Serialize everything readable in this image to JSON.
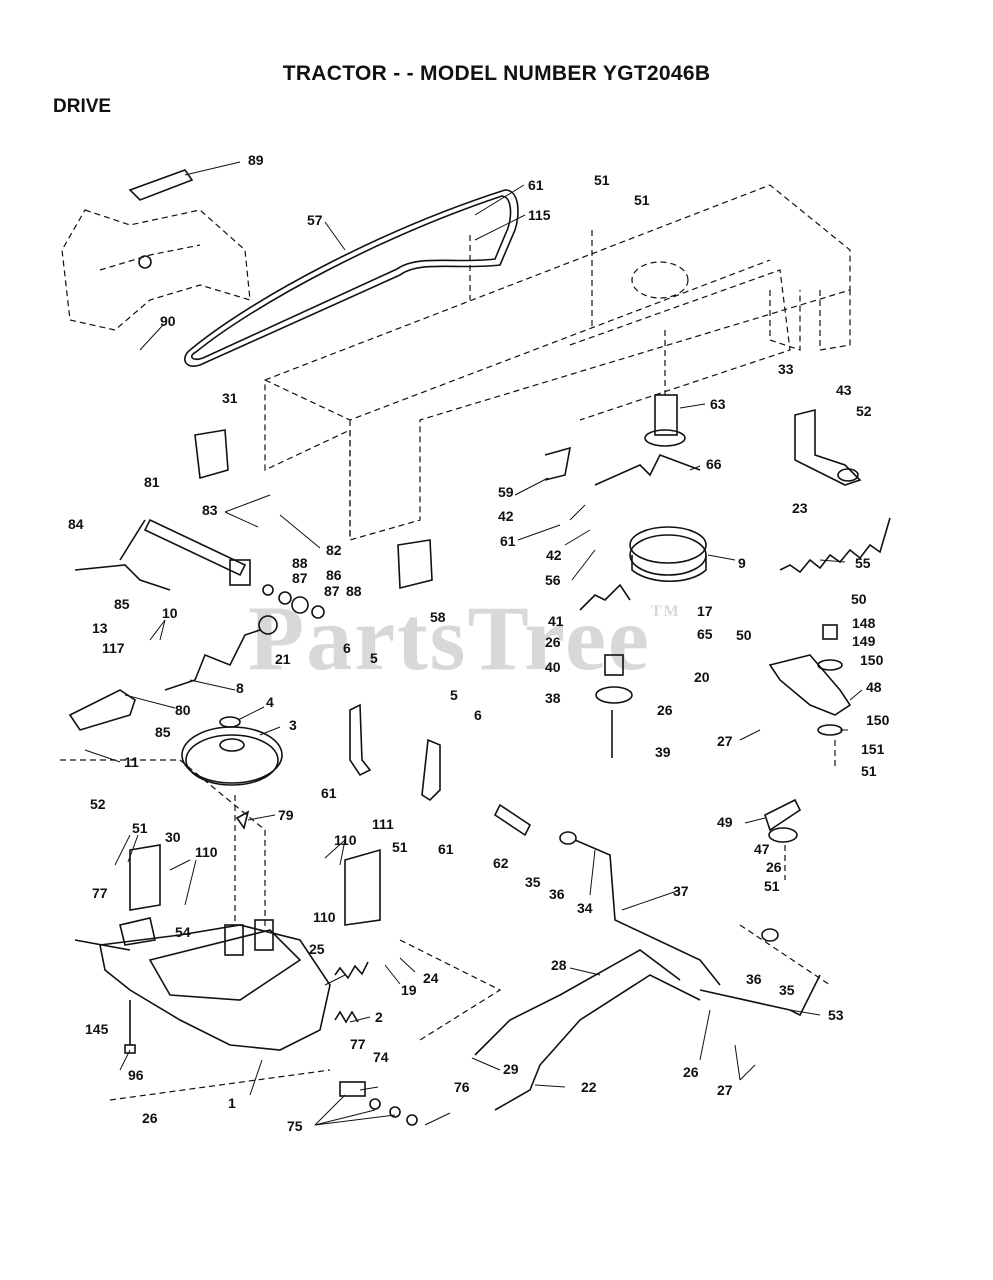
{
  "header": {
    "title": "TRACTOR - - MODEL NUMBER YGT2046B",
    "section": "DRIVE"
  },
  "watermark": {
    "text": "PartsTree",
    "mark": "TM"
  },
  "parts": [
    {
      "id": "89",
      "text": "89"
    },
    {
      "id": "61a",
      "text": "61"
    },
    {
      "id": "51a",
      "text": "51"
    },
    {
      "id": "51b",
      "text": "51"
    },
    {
      "id": "57",
      "text": "57"
    },
    {
      "id": "115",
      "text": "115"
    },
    {
      "id": "90",
      "text": "90"
    },
    {
      "id": "31",
      "text": "31"
    },
    {
      "id": "63",
      "text": "63"
    },
    {
      "id": "33",
      "text": "33"
    },
    {
      "id": "43",
      "text": "43"
    },
    {
      "id": "52a",
      "text": "52"
    },
    {
      "id": "66",
      "text": "66"
    },
    {
      "id": "59",
      "text": "59"
    },
    {
      "id": "23",
      "text": "23"
    },
    {
      "id": "81",
      "text": "81"
    },
    {
      "id": "83",
      "text": "83"
    },
    {
      "id": "42a",
      "text": "42"
    },
    {
      "id": "61b",
      "text": "61"
    },
    {
      "id": "42b",
      "text": "42"
    },
    {
      "id": "9",
      "text": "9"
    },
    {
      "id": "84",
      "text": "84"
    },
    {
      "id": "82",
      "text": "82"
    },
    {
      "id": "88a",
      "text": "88"
    },
    {
      "id": "87a",
      "text": "87"
    },
    {
      "id": "86",
      "text": "86"
    },
    {
      "id": "87b",
      "text": "87"
    },
    {
      "id": "88b",
      "text": "88"
    },
    {
      "id": "56",
      "text": "56"
    },
    {
      "id": "55",
      "text": "55"
    },
    {
      "id": "85a",
      "text": "85"
    },
    {
      "id": "58",
      "text": "58"
    },
    {
      "id": "10",
      "text": "10"
    },
    {
      "id": "41",
      "text": "41"
    },
    {
      "id": "17",
      "text": "17"
    },
    {
      "id": "50a",
      "text": "50"
    },
    {
      "id": "13",
      "text": "13"
    },
    {
      "id": "26a",
      "text": "26"
    },
    {
      "id": "65",
      "text": "65"
    },
    {
      "id": "50b",
      "text": "50"
    },
    {
      "id": "148",
      "text": "148"
    },
    {
      "id": "117",
      "text": "117"
    },
    {
      "id": "21",
      "text": "21"
    },
    {
      "id": "6a",
      "text": "6"
    },
    {
      "id": "5a",
      "text": "5"
    },
    {
      "id": "40",
      "text": "40"
    },
    {
      "id": "149",
      "text": "149"
    },
    {
      "id": "150a",
      "text": "150"
    },
    {
      "id": "8",
      "text": "8"
    },
    {
      "id": "20",
      "text": "20"
    },
    {
      "id": "48",
      "text": "48"
    },
    {
      "id": "4",
      "text": "4"
    },
    {
      "id": "80",
      "text": "80"
    },
    {
      "id": "5b",
      "text": "5"
    },
    {
      "id": "38",
      "text": "38"
    },
    {
      "id": "26b",
      "text": "26"
    },
    {
      "id": "6b",
      "text": "6"
    },
    {
      "id": "3",
      "text": "3"
    },
    {
      "id": "85b",
      "text": "85"
    },
    {
      "id": "150b",
      "text": "150"
    },
    {
      "id": "27a",
      "text": "27"
    },
    {
      "id": "151",
      "text": "151"
    },
    {
      "id": "11",
      "text": "11"
    },
    {
      "id": "39",
      "text": "39"
    },
    {
      "id": "61c",
      "text": "61"
    },
    {
      "id": "51c",
      "text": "51"
    },
    {
      "id": "52b",
      "text": "52"
    },
    {
      "id": "79",
      "text": "79"
    },
    {
      "id": "51d",
      "text": "51"
    },
    {
      "id": "30",
      "text": "30"
    },
    {
      "id": "110a",
      "text": "110"
    },
    {
      "id": "111",
      "text": "111"
    },
    {
      "id": "49",
      "text": "49"
    },
    {
      "id": "110b",
      "text": "110"
    },
    {
      "id": "51e",
      "text": "51"
    },
    {
      "id": "61d",
      "text": "61"
    },
    {
      "id": "62",
      "text": "62"
    },
    {
      "id": "47",
      "text": "47"
    },
    {
      "id": "26c",
      "text": "26"
    },
    {
      "id": "35a",
      "text": "35"
    },
    {
      "id": "36a",
      "text": "36"
    },
    {
      "id": "51f",
      "text": "51"
    },
    {
      "id": "37",
      "text": "37"
    },
    {
      "id": "34",
      "text": "34"
    },
    {
      "id": "77a",
      "text": "77"
    },
    {
      "id": "110c",
      "text": "110"
    },
    {
      "id": "54",
      "text": "54"
    },
    {
      "id": "25",
      "text": "25"
    },
    {
      "id": "28",
      "text": "28"
    },
    {
      "id": "24",
      "text": "24"
    },
    {
      "id": "36b",
      "text": "36"
    },
    {
      "id": "35b",
      "text": "35"
    },
    {
      "id": "19",
      "text": "19"
    },
    {
      "id": "53",
      "text": "53"
    },
    {
      "id": "2",
      "text": "2"
    },
    {
      "id": "145",
      "text": "145"
    },
    {
      "id": "77b",
      "text": "77"
    },
    {
      "id": "29",
      "text": "29"
    },
    {
      "id": "74",
      "text": "74"
    },
    {
      "id": "96",
      "text": "96"
    },
    {
      "id": "26d",
      "text": "26"
    },
    {
      "id": "22",
      "text": "22"
    },
    {
      "id": "76",
      "text": "76"
    },
    {
      "id": "27b",
      "text": "27"
    },
    {
      "id": "1",
      "text": "1"
    },
    {
      "id": "26e",
      "text": "26"
    },
    {
      "id": "75",
      "text": "75"
    }
  ]
}
